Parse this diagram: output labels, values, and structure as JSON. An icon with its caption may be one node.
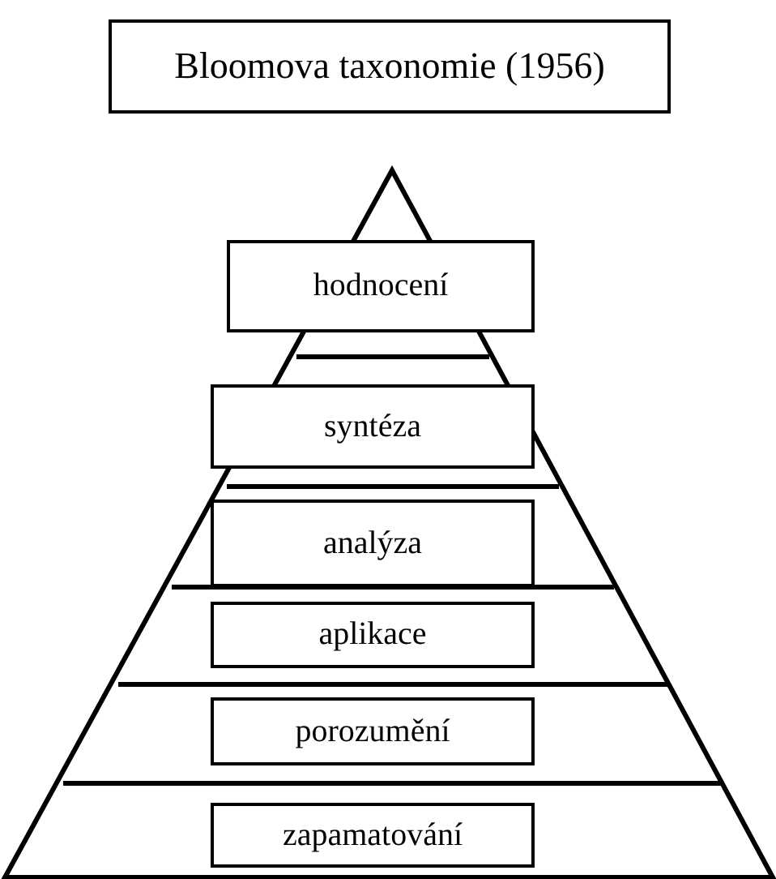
{
  "diagram": {
    "title": "Bloomova taxonomie (1956)",
    "nodes": [
      {
        "text": [
          "hodnocení"
        ]
      },
      {
        "text": [
          "syntéza"
        ]
      },
      {
        "text": [
          "analýza"
        ]
      },
      {
        "text": [
          "aplikace"
        ]
      },
      {
        "text": [
          "porozumění"
        ]
      },
      {
        "text": [
          "zapamatování"
        ]
      }
    ]
  }
}
